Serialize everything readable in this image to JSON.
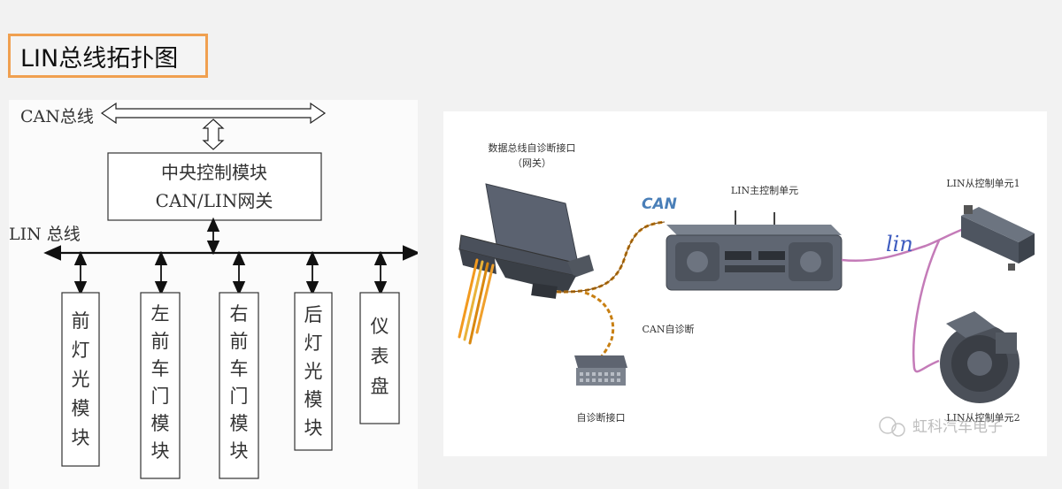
{
  "title": "LIN总线拓扑图",
  "schematic": {
    "can_bus": "CAN总线",
    "lin_bus": "LIN 总线",
    "gateway_line1": "中央控制模块",
    "gateway_line2": "CAN/LIN网关",
    "modules": [
      [
        "前",
        "灯",
        "光",
        "模",
        "块"
      ],
      [
        "左",
        "前",
        "车",
        "门",
        "模",
        "块"
      ],
      [
        "右",
        "前",
        "车",
        "门",
        "模",
        "块"
      ],
      [
        "后",
        "灯",
        "光",
        "模",
        "块"
      ],
      [
        "仪",
        "表",
        "盘"
      ]
    ]
  },
  "photo": {
    "gateway_label_line1": "数据总线自诊断接口",
    "gateway_label_line2": "（网关）",
    "can_tag": "CAN",
    "lin_tag": "lin",
    "lin_master": "LIN主控制单元",
    "lin_slave1": "LIN从控制单元1",
    "lin_slave2": "LIN从控制单元2",
    "can_diag": "CAN自诊断",
    "diag_port": "自诊断接口",
    "watermark": "虹科汽车电子"
  }
}
